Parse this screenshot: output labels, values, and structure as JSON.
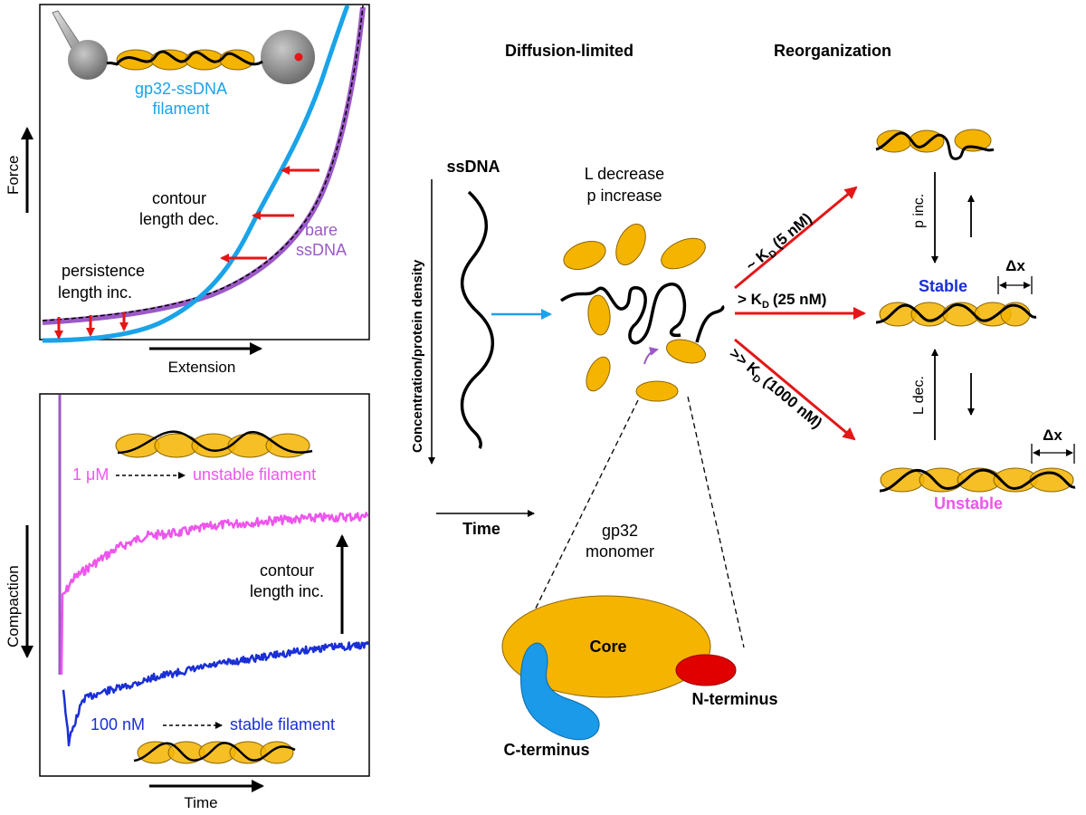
{
  "colors": {
    "blue_trace": "#1aa3e8",
    "purple_trace": "#9b59c6",
    "magenta_trace": "#ee55ee",
    "navy_trace": "#1a2fd6",
    "red_arrow": "#e41616",
    "protein": "#f5b400",
    "n_terminus": "#e00000",
    "c_terminus": "#1a9ae8"
  },
  "panel_a": {
    "y_axis_label": "Force",
    "x_axis_label": "Extension",
    "filament_label_1": "gp32-ssDNA",
    "filament_label_2": "filament",
    "contour_label_1": "contour",
    "contour_label_2": "length dec.",
    "bare_label_1": "bare",
    "bare_label_2": "ssDNA",
    "persistence_label_1": "persistence",
    "persistence_label_2": "length inc."
  },
  "panel_b": {
    "y_axis_label": "Compaction",
    "x_axis_label": "Time",
    "high_conc": "1 μM",
    "unstable_label": "unstable filament",
    "contour_label_1": "contour",
    "contour_label_2": "length inc.",
    "low_conc": "100 nM",
    "stable_label": "stable filament"
  },
  "scheme": {
    "header_left": "Diffusion-limited",
    "header_right": "Reorganization",
    "ssdna_label": "ssDNA",
    "conc_axis_label": "Concentration/protein density",
    "time_label": "Time",
    "l_decrease": "L decrease",
    "p_increase": "p increase",
    "kd_low": "~ K",
    "kd_low_val": "(5 nM)",
    "kd_mid": "> K",
    "kd_mid_val": "(25 nM)",
    "kd_high": ">> K",
    "kd_high_val": "(1000 nM)",
    "kd_sub": "D",
    "p_inc": "p inc.",
    "l_dec": "L dec.",
    "stable": "Stable",
    "unstable": "Unstable",
    "delta_x": "Δx",
    "monomer_1": "gp32",
    "monomer_2": "monomer",
    "core": "Core",
    "n_terminus": "N-terminus",
    "c_terminus": "C-terminus"
  }
}
